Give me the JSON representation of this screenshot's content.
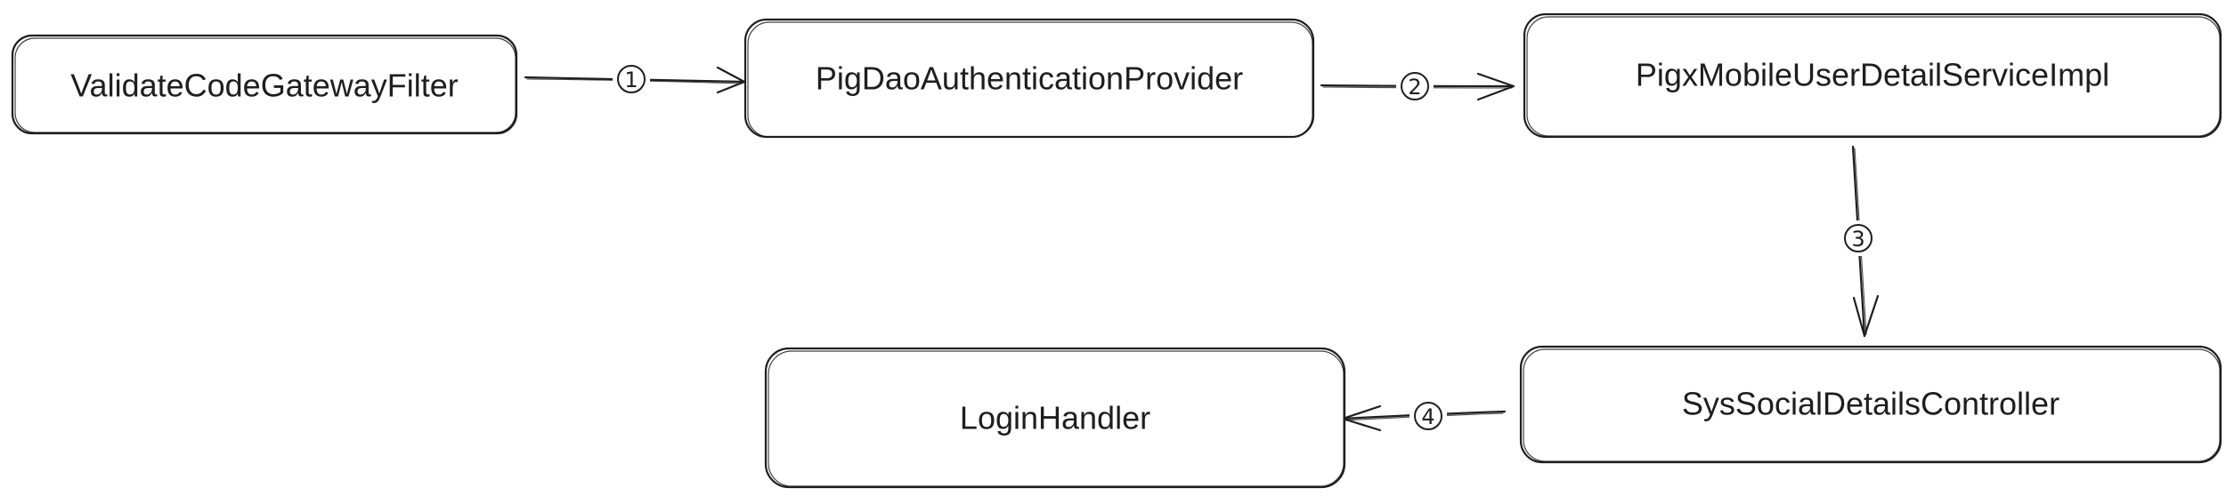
{
  "nodes": [
    {
      "id": "n1",
      "label": "ValidateCodeGatewayFilter"
    },
    {
      "id": "n2",
      "label": "PigDaoAuthenticationProvider"
    },
    {
      "id": "n3",
      "label": "PigxMobileUserDetailServiceImpl"
    },
    {
      "id": "n4",
      "label": "SysSocialDetailsController"
    },
    {
      "id": "n5",
      "label": "LoginHandler"
    }
  ],
  "edges": [
    {
      "from": "n1",
      "to": "n2",
      "step": "1"
    },
    {
      "from": "n2",
      "to": "n3",
      "step": "2"
    },
    {
      "from": "n3",
      "to": "n4",
      "step": "3"
    },
    {
      "from": "n4",
      "to": "n5",
      "step": "4"
    }
  ],
  "colors": {
    "stroke": "#1e1e1e",
    "background": "#ffffff"
  }
}
